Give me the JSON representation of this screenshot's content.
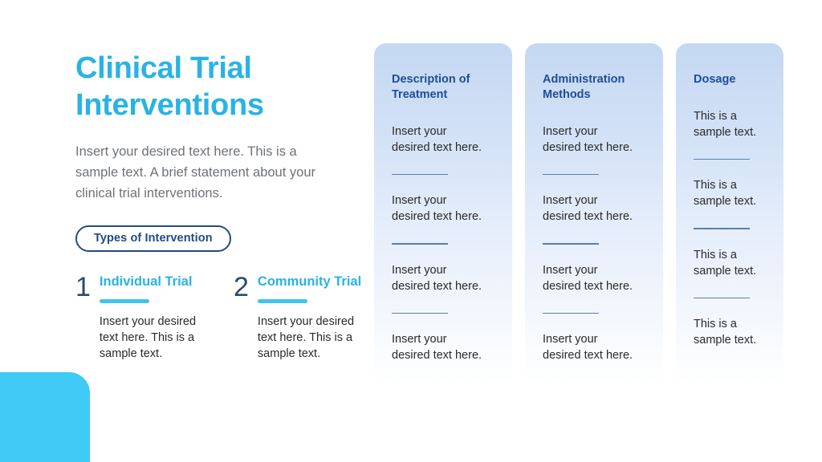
{
  "decor": {
    "corner_block_color": "#3fcbf5"
  },
  "theme": {
    "accent_cyan": "#29b3e3",
    "accent_cyan_bar": "#3fc4f0",
    "navy": "#234b85",
    "card_heading_navy": "#1f4e96",
    "number_navy": "#2c4a6e",
    "body_gray": "#6e7277",
    "card_top": "#c4d8f2",
    "card_bottom": "#ffffff"
  },
  "left": {
    "title": "Clinical Trial Interventions",
    "intro": "Insert your desired text here. This is a sample text. A brief statement about your clinical trial interventions.",
    "badge_label": "Types of Intervention",
    "items": [
      {
        "number": "1",
        "heading": "Individual Trial",
        "text": "Insert your desired text here. This is a sample text."
      },
      {
        "number": "2",
        "heading": "Community Trial",
        "text": "Insert your desired text here. This is a sample text."
      }
    ]
  },
  "cards": [
    {
      "heading": "Description of\nTreatment",
      "entries": [
        "Insert your\ndesired text here.",
        "Insert your\ndesired text here.",
        "Insert your\ndesired text here.",
        "Insert your\ndesired text here."
      ]
    },
    {
      "heading": "Administration\nMethods",
      "entries": [
        "Insert your\ndesired text here.",
        "Insert your\ndesired text here.",
        "Insert your\ndesired text here.",
        "Insert your\ndesired text here."
      ]
    },
    {
      "heading": "Dosage",
      "entries": [
        "This is a\nsample text.",
        "This is a\nsample text.",
        "This is a\nsample text.",
        "This is a\nsample text."
      ]
    }
  ]
}
